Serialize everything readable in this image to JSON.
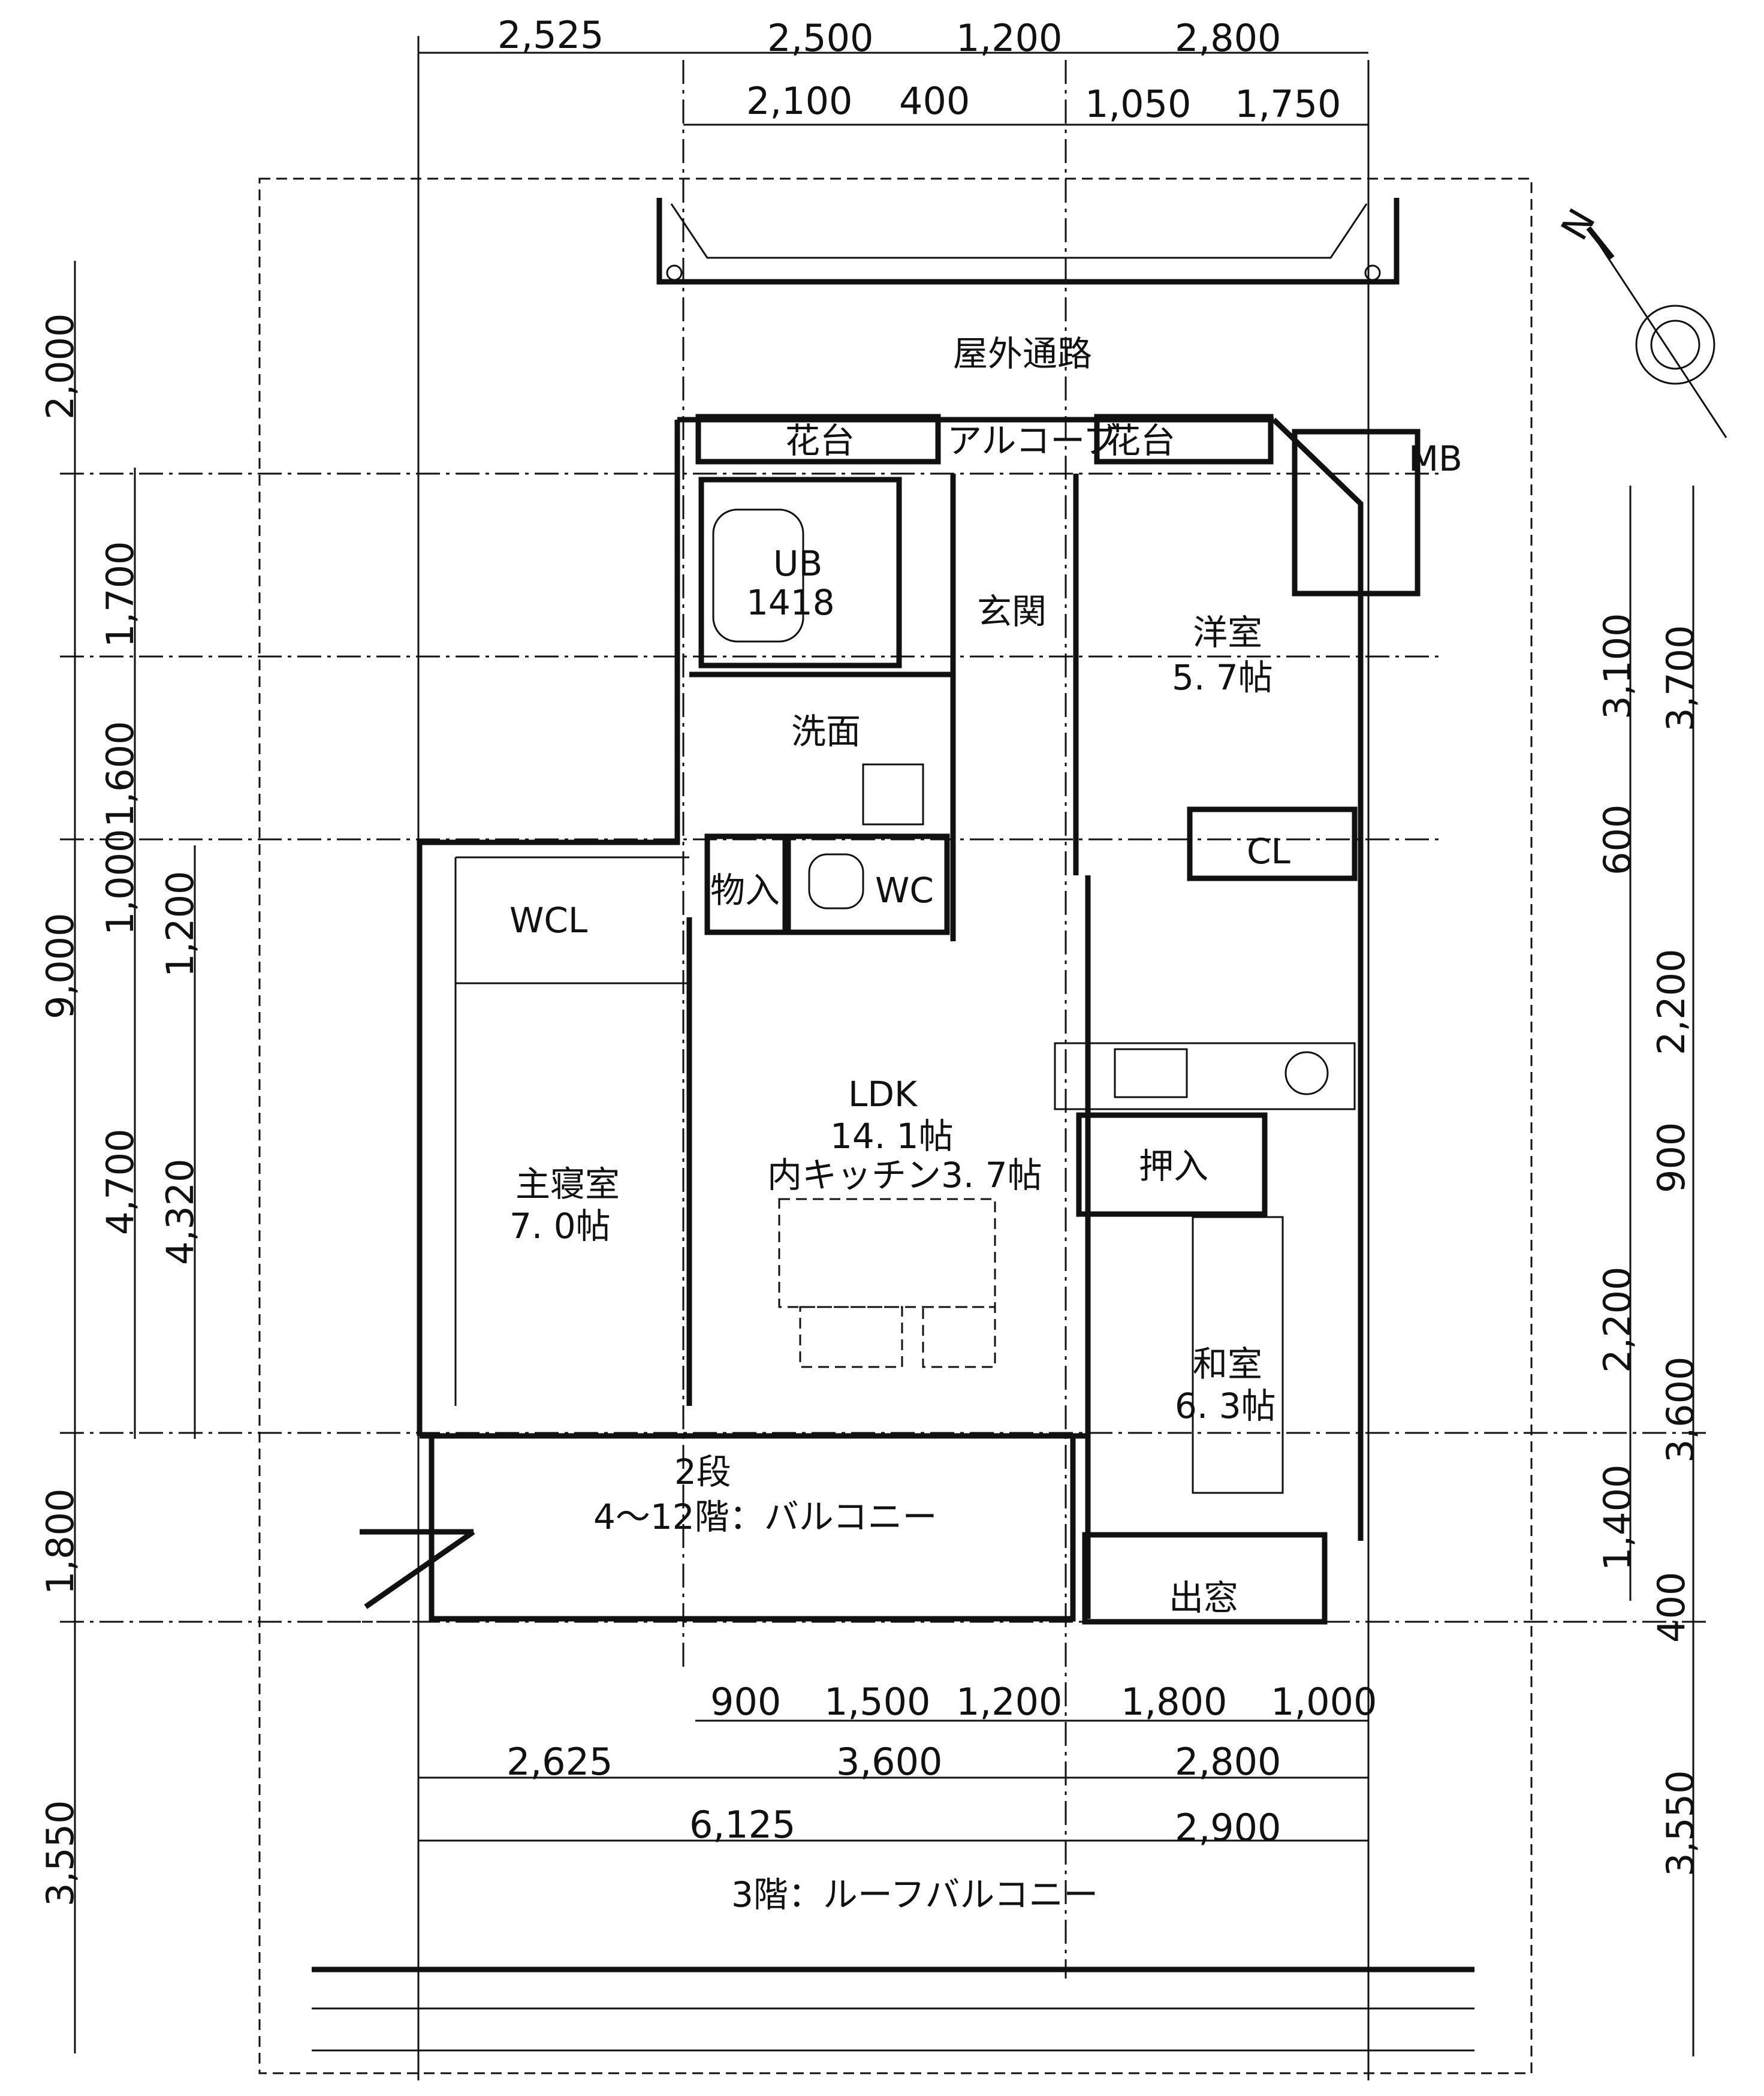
{
  "rooms": {
    "outdoor_passage": "屋外通路",
    "planter_left": "花台",
    "alcove": "アルコーブ",
    "planter_right": "花台",
    "mb": "MB",
    "ub_line1": "UB",
    "ub_line2": "1418",
    "entrance": "玄関",
    "western_room_name": "洋室",
    "western_room_size": "5. 7帖",
    "washroom": "洗面",
    "closet": "CL",
    "storage": "物入",
    "wc": "WC",
    "wcl": "WCL",
    "ldk_name": "LDK",
    "ldk_size": "14. 1帖",
    "ldk_kitchen": "内キッチン3. 7帖",
    "master_name": "主寝室",
    "master_size": "7. 0帖",
    "oshiire": "押入",
    "japanese_name": "和室",
    "japanese_size": "6. 3帖",
    "two_step": "2段",
    "balcony": "4～12階：バルコニー",
    "bay_window": "出窓",
    "roof_balcony": "3階：ルーフバルコニー"
  },
  "dims_top1": [
    "2,525",
    "2,500",
    "1,200",
    "2,800"
  ],
  "dims_top2": [
    "2,100",
    "400",
    "1,050",
    "1,750"
  ],
  "dims_left_outer": [
    "2,000",
    "9,000",
    "1,800",
    "3,550"
  ],
  "dims_left_mid": [
    "1,700",
    "1,600",
    "1,000",
    "4,700"
  ],
  "dims_left_inner": [
    "1,200",
    "4,320"
  ],
  "dims_right_inner": [
    "3,100",
    "600",
    "2,200",
    "900",
    "2,200",
    "1,400",
    "400"
  ],
  "dims_right_outer": [
    "3,700",
    "3,600",
    "3,550"
  ],
  "dims_bottom1": [
    "900",
    "1,500",
    "1,200",
    "1,800",
    "1,000"
  ],
  "dims_bottom2": [
    "2,625",
    "3,600",
    "2,800"
  ],
  "dims_bottom3": [
    "6,125",
    "2,900"
  ],
  "compass_letter": "N"
}
